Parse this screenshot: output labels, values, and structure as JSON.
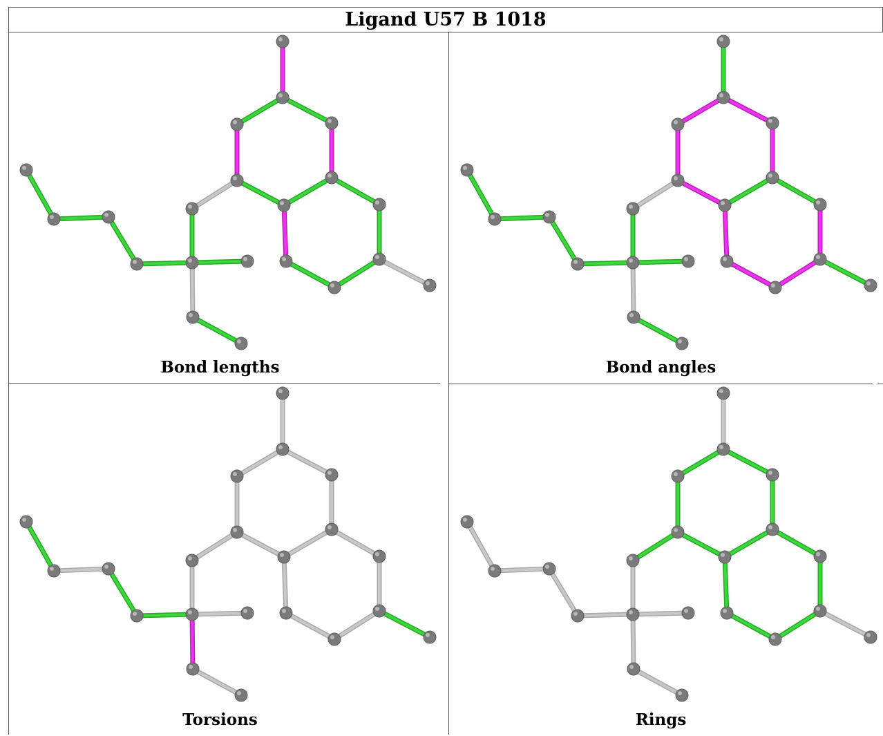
{
  "title": "Ligand U57 B 1018",
  "colors": {
    "green": "#3bd73b",
    "magenta": "#ee33ee",
    "grey_bond": "#c8c8c8",
    "atom": "#7a7a7a",
    "atom_highlight": "#d2d2d2"
  },
  "panels": [
    {
      "caption": "Bond lengths",
      "bond_colors": [
        "m",
        "g",
        "g",
        "m",
        "m",
        "g",
        "w",
        "g",
        "g",
        "m",
        "g",
        "g",
        "g",
        "w",
        "g",
        "g",
        "g",
        "g",
        "w",
        "g",
        "g",
        "g",
        "g"
      ]
    },
    {
      "caption": "Bond angles",
      "bond_colors": [
        "g",
        "m",
        "m",
        "m",
        "m",
        "m",
        "w",
        "g",
        "g",
        "m",
        "m",
        "m",
        "m",
        "g",
        "g",
        "g",
        "g",
        "g",
        "w",
        "g",
        "g",
        "g",
        "w"
      ]
    },
    {
      "caption": "Torsions",
      "bond_colors": [
        "w",
        "w",
        "w",
        "w",
        "w",
        "w",
        "w",
        "w",
        "w",
        "w",
        "w",
        "w",
        "w",
        "g",
        "g",
        "w",
        "g",
        "g",
        "m",
        "w",
        "w",
        "w",
        "w"
      ]
    },
    {
      "caption": "Rings",
      "bond_colors": [
        "w",
        "g",
        "g",
        "g",
        "g",
        "g",
        "g",
        "g",
        "g",
        "g",
        "g",
        "g",
        "g",
        "w",
        "w",
        "w",
        "w",
        "w",
        "w",
        "w",
        "w",
        "w",
        "w"
      ]
    }
  ]
}
